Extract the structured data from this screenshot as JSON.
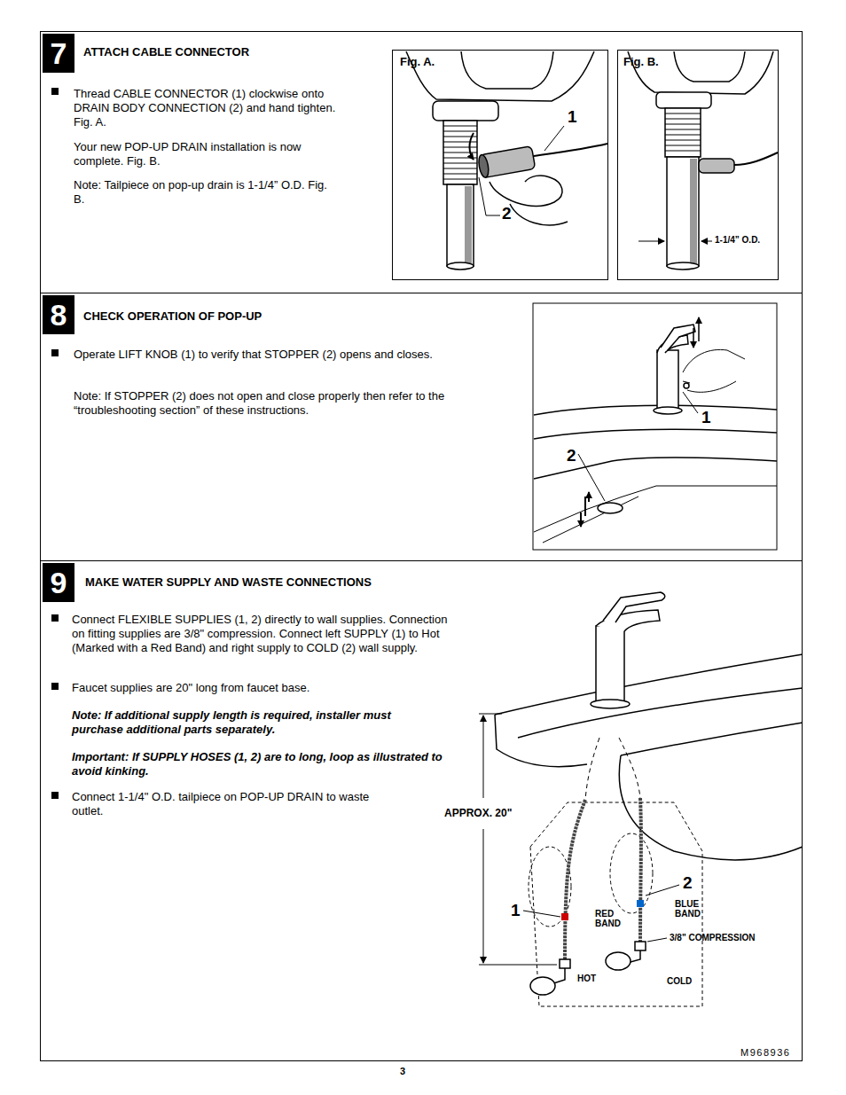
{
  "diagram": {
    "nodes": [
      {
        "text": [
          "ATTACH CABLE CONNECTOR",
          "Thread CABLE CONNECTOR (1) clockwise onto DRAIN BODY CONNECTION (2) and hand tighten. Fig. A.",
          "Your new POP-UP DRAIN installation is now complete. Fig. B.",
          "Note: Tailpiece on pop-up drain is 1-1/4” O.D. Fig. B."
        ]
      },
      {
        "text": [
          "7"
        ],
        "in": 0
      },
      {
        "text": [
          "Fig. A."
        ],
        "in": 0
      },
      {
        "text": [
          "Fig. B."
        ],
        "in": 0
      },
      {
        "text": [
          "CHECK OPERATION OF POP-UP",
          "Operate LIFT KNOB (1) to verify that STOPPER (2) opens and closes.",
          "Note: If STOPPER (2) does not open and close properly then refer to the “troubleshooting section” of these instructions."
        ]
      },
      {
        "text": [
          "8"
        ],
        "in": 4
      },
      {
        "text": [
          "MAKE WATER SUPPLY AND WASTE CONNECTIONS",
          "Connect FLEXIBLE SUPPLIES (1, 2) directly to wall supplies. Connection on fitting supplies are 3/8\" compression. Connect left SUPPLY (1) to Hot (Marked with a Red Band) and right supply to COLD (2) wall supply.",
          "Faucet supplies are 20\" long from faucet base.",
          "Note: If additional supply length is required, installer must purchase additional parts separately.",
          "Important: If SUPPLY HOSES (1, 2) are to long, loop as illustrated to avoid kinking.",
          "Connect 1-1/4\" O.D. tailpiece on POP-UP DRAIN to waste outlet."
        ]
      },
      {
        "text": [
          "9"
        ],
        "in": 6
      }
    ],
    "labels": [
      "1",
      "2",
      "1-1/4” O.D.",
      "1",
      "2",
      "APPROX. 20\"",
      "1",
      "2",
      "RED BAND",
      "BLUE BAND",
      "3/8\" COMPRESSION",
      "HOT",
      "COLD",
      "M968936",
      "3"
    ]
  }
}
